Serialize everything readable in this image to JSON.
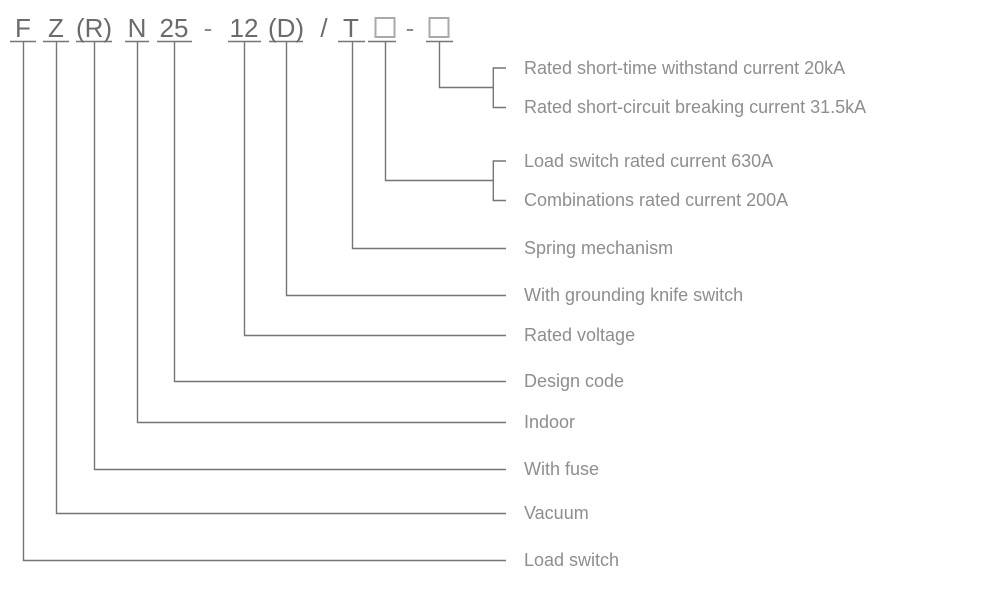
{
  "colors": {
    "background": "#ffffff",
    "code_text": "#6b6b6b",
    "separator_text": "#8a8a8a",
    "label_text": "#8e8e8e",
    "line": "#757575",
    "box_border": "#a9a9a9"
  },
  "code": {
    "full_designation": "FZ(R)N25-12(D)/T□-□",
    "parts": [
      {
        "text": "F",
        "meaning": "Load switch"
      },
      {
        "text": "Z",
        "meaning": "Vacuum"
      },
      {
        "text": "(R)",
        "meaning": "With fuse"
      },
      {
        "text": "N",
        "meaning": "Indoor"
      },
      {
        "text": "25",
        "meaning": "Design code"
      },
      {
        "text": "-",
        "meaning": "separator"
      },
      {
        "text": "12",
        "meaning": "Rated voltage"
      },
      {
        "text": "(D)",
        "meaning": "With grounding knife switch"
      },
      {
        "text": "/",
        "meaning": "separator"
      },
      {
        "text": "T",
        "meaning": "Spring mechanism"
      },
      {
        "type": "box",
        "meaning": "Load switch rated current 630A / Combinations rated current 200A"
      },
      {
        "text": "-",
        "meaning": "separator"
      },
      {
        "type": "box",
        "meaning": "Rated short-time withstand current 20kA / Rated short-circuit breaking current 31.5kA"
      }
    ]
  },
  "labels": [
    {
      "text": "Rated short-time withstand current 20kA",
      "linked_code": "box-2"
    },
    {
      "text": "Rated short-circuit breaking current 31.5kA",
      "linked_code": "box-2"
    },
    {
      "text": "Load switch rated current 630A",
      "linked_code": "box-1"
    },
    {
      "text": "Combinations rated current 200A",
      "linked_code": "box-1"
    },
    {
      "text": "Spring mechanism",
      "linked_code": "T"
    },
    {
      "text": "With grounding knife switch",
      "linked_code": "(D)"
    },
    {
      "text": "Rated voltage",
      "linked_code": "12"
    },
    {
      "text": "Design code",
      "linked_code": "25"
    },
    {
      "text": "Indoor",
      "linked_code": "N"
    },
    {
      "text": "With fuse",
      "linked_code": "(R)"
    },
    {
      "text": "Vacuum",
      "linked_code": "Z"
    },
    {
      "text": "Load switch",
      "linked_code": "F"
    }
  ]
}
